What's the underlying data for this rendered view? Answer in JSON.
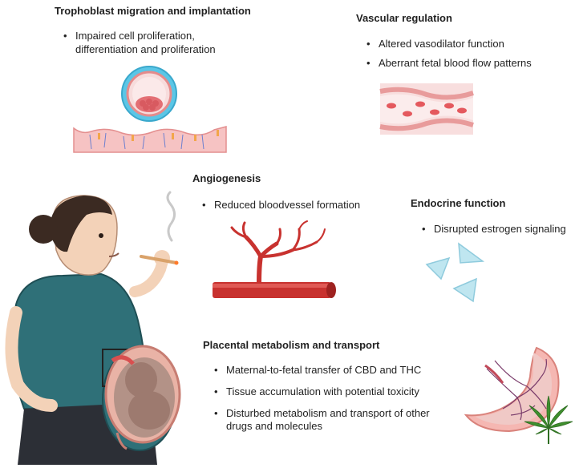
{
  "sections": {
    "trophoblast": {
      "title": "Trophoblast migration and implantation",
      "items": [
        "Impaired cell proliferation, differentiation and proliferation"
      ]
    },
    "vascular": {
      "title": "Vascular regulation",
      "items": [
        "Altered vasodilator function",
        "Aberrant fetal blood flow patterns"
      ]
    },
    "angiogenesis": {
      "title": "Angiogenesis",
      "items": [
        "Reduced bloodvessel formation"
      ]
    },
    "endocrine": {
      "title": "Endocrine function",
      "items": [
        "Disrupted estrogen signaling"
      ]
    },
    "placental": {
      "title": "Placental metabolism and transport",
      "items": [
        "Maternal-to-fetal transfer of CBD and THC",
        "Tissue accumulation with potential toxicity",
        "Disturbed metabolism and transport of other drugs and molecules"
      ]
    }
  },
  "colors": {
    "blood_red": "#c8322f",
    "tissue_pink": "#f4c2c2",
    "blastocyst_blue": "#5bc6e6",
    "hormone_blue": "#bfe6f0",
    "skin": "#f3d2b8",
    "shirt": "#2f7078",
    "leaf_green": "#3f8f2e"
  },
  "icons": [
    "blastocyst-icon",
    "endometrium-icon",
    "blood-vessel-icon",
    "branching-vessel-icon",
    "hormone-triangle-icon",
    "pregnant-woman-icon",
    "placenta-icon",
    "cannabis-leaf-icon",
    "smoke-icon"
  ]
}
